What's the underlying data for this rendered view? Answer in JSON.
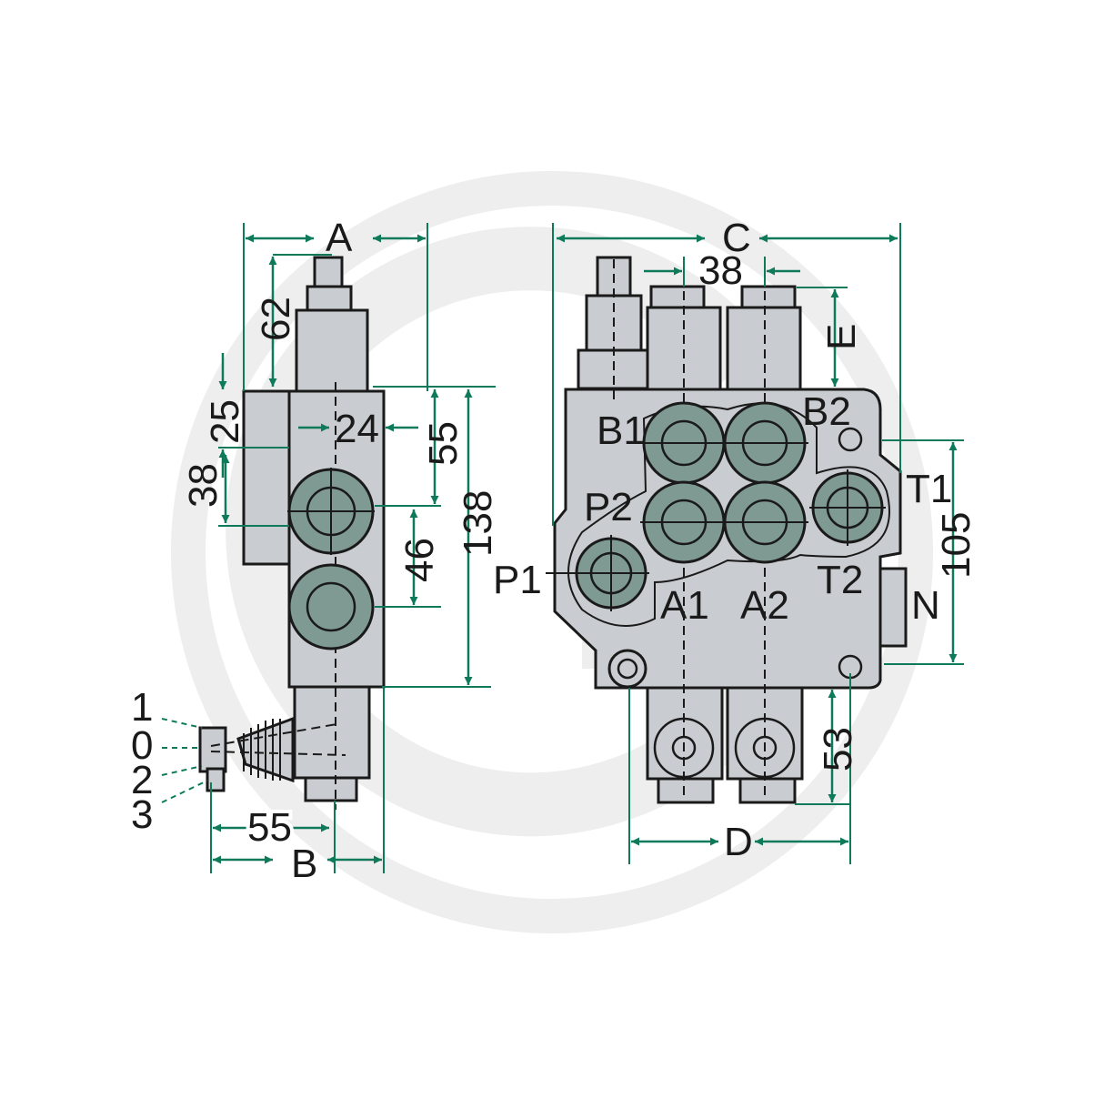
{
  "colors": {
    "dimension": "#0f7a5a",
    "body": "#c9ccd0",
    "port": "#7f9a93",
    "outline": "#1a1a1a",
    "watermark": "#eeeeee"
  },
  "side_view": {
    "dims": {
      "A": "A",
      "B": "B",
      "d62": "62",
      "d25": "25",
      "d24": "24",
      "d55_top": "55",
      "d38": "38",
      "d46": "46",
      "d138": "138",
      "d55_bottom": "55"
    },
    "lever_positions": [
      "1",
      "0",
      "2",
      "3"
    ]
  },
  "front_view": {
    "dims": {
      "C": "C",
      "d38": "38",
      "E": "E",
      "d105": "105",
      "d53": "53",
      "D": "D"
    },
    "ports": {
      "B1": "B1",
      "B2": "B2",
      "P2": "P2",
      "P1": "P1",
      "A1": "A1",
      "A2": "A2",
      "T1": "T1",
      "T2": "T2",
      "N": "N"
    }
  }
}
